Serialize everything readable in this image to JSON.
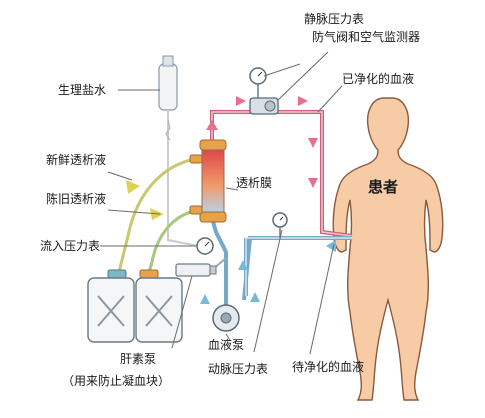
{
  "diagram": {
    "labels": {
      "venous_pressure_gauge": "静脉压力表",
      "air_trap_detector": "防气阀和空气监测器",
      "purified_blood": "已净化的血液",
      "saline": "生理盐水",
      "fresh_dialysate": "新鲜透析液",
      "dialyzer": "透析膜",
      "patient": "患者",
      "used_dialysate": "陈旧透析液",
      "inflow_pressure_gauge": "流入压力表",
      "blood_pump": "血液泵",
      "heparin_pump": "肝素泵",
      "heparin_note": "（用来防止凝血块）",
      "arterial_pressure_gauge": "动脉压力表",
      "blood_to_purify": "待净化的血液"
    },
    "colors": {
      "clean_blood_line": "#c8607a",
      "dirty_blood_line": "#78a8c8",
      "fresh_dialysate_line": "#c8c870",
      "used_dialysate_line": "#a6c87a",
      "arrow_pink": "#e8708a",
      "arrow_blue": "#7ab8d8",
      "arrow_yellow": "#e0d050",
      "body_fill": "#f6cba6",
      "body_stroke": "#8a5a3a",
      "dialyzer_top": "#e0484a",
      "dialyzer_bottom": "#b6d4ee",
      "dialyzer_cap": "#e8a24a"
    }
  }
}
